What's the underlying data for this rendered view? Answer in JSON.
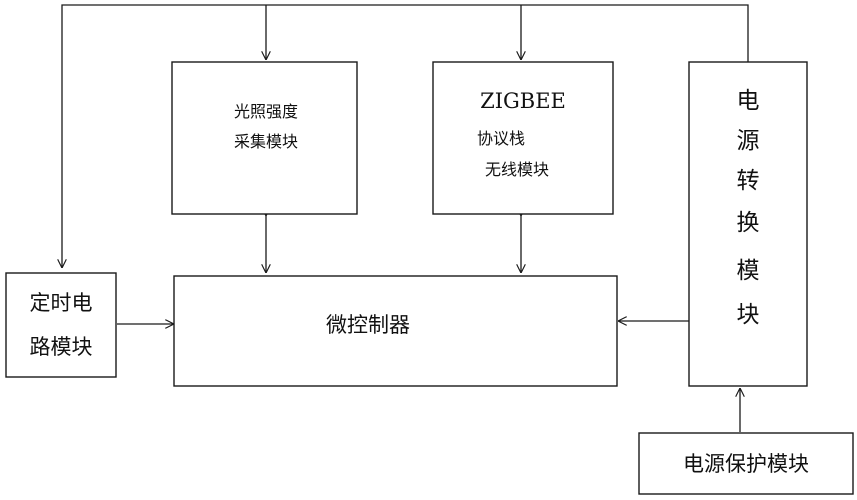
{
  "diagram": {
    "light_module": {
      "line1": "光照强度",
      "line2": "采集模块"
    },
    "zigbee_module": {
      "line1": "ZIGBEE",
      "line2": "协议栈",
      "line3": "无线模块"
    },
    "power_convert_module": {
      "chars": [
        "电",
        "源",
        "转",
        "换",
        "模",
        "块"
      ]
    },
    "timer_module": {
      "line1": "定时电",
      "line2": "路模块"
    },
    "microcontroller": {
      "label": "微控制器"
    },
    "power_protect_module": {
      "label": "电源保护模块"
    }
  }
}
